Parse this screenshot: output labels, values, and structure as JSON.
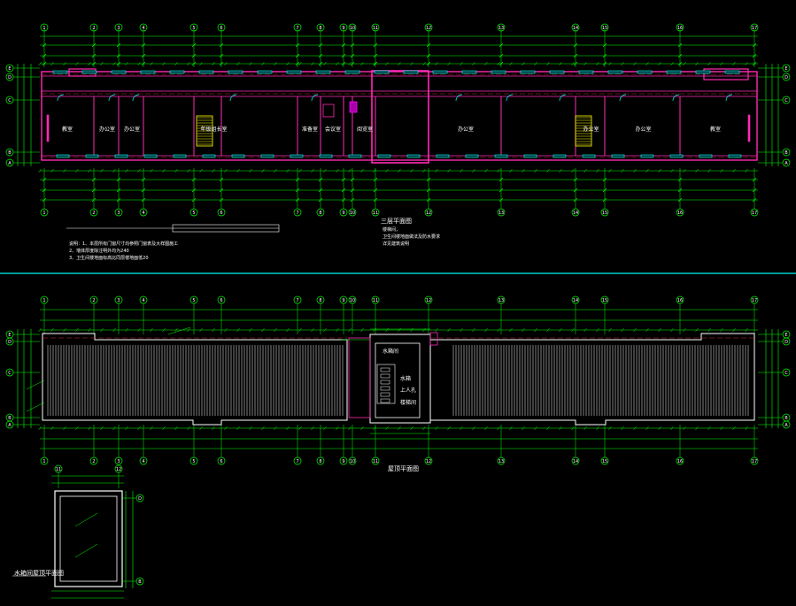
{
  "colors": {
    "background": "#000000",
    "grid": "#00ff00",
    "wall": "#ff2bb5",
    "window": "#00ffff",
    "roof": "#ffffff",
    "stair": "#ffff00",
    "divider": "#00cccc",
    "text": "#ffffff",
    "axis_bubble": "#00ff00"
  },
  "upper_plan": {
    "axis_labels": [
      "1",
      "2",
      "3",
      "4",
      "5",
      "6",
      "7",
      "8",
      "9",
      "10",
      "11",
      "12",
      "13",
      "14",
      "15",
      "16",
      "17"
    ],
    "row_labels": [
      "E",
      "D",
      "C",
      "B",
      "A"
    ],
    "rooms": [
      "教室",
      "办公室",
      "办公室",
      "",
      "年级组长室",
      "",
      "准备室",
      "会议室",
      "",
      "阅览室",
      "",
      "办公室",
      "",
      "办公室",
      "办公室",
      "教室"
    ],
    "title": "三层平面图",
    "note_lines": [
      "楼梯间，",
      "卫生间楼地面做法及防水要求",
      "详见建筑说明"
    ],
    "remark_lines": [
      "说明：1、本层所有门窗尺寸均参照门窗表及大样图施工",
      "2、墙体厚度除注明外均为240",
      "3、卫生间楼地面标高比同层楼地面低20"
    ]
  },
  "roof_plan": {
    "axis_labels": [
      "1",
      "2",
      "3",
      "4",
      "5",
      "6",
      "7",
      "8",
      "9",
      "10",
      "11",
      "12",
      "13",
      "14",
      "15",
      "16",
      "17"
    ],
    "row_labels": [
      "E",
      "D",
      "C",
      "B",
      "A"
    ],
    "title": "屋顶平面图",
    "center_labels": [
      "水箱间",
      "水箱",
      "上人孔",
      "楼梯间"
    ]
  },
  "detail": {
    "title": "水箱间屋顶平面图",
    "axis_labels": [
      "11",
      "12",
      "D",
      "B"
    ]
  }
}
